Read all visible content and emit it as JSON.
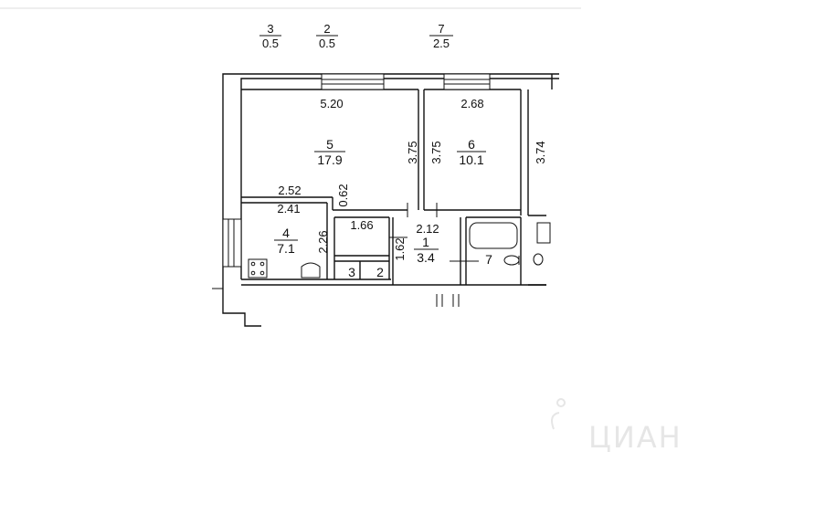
{
  "legend": [
    {
      "room": "3",
      "area": "0.5"
    },
    {
      "room": "2",
      "area": "0.5"
    },
    {
      "room": "7",
      "area": "2.5"
    }
  ],
  "rooms": {
    "r5": {
      "number": "5",
      "area": "17.9"
    },
    "r6": {
      "number": "6",
      "area": "10.1"
    },
    "r4": {
      "number": "4",
      "area": "7.1"
    },
    "r1": {
      "number": "1",
      "area": "3.4"
    },
    "r3": {
      "number": "3"
    },
    "r2": {
      "number": "2"
    },
    "r7": {
      "number": "7"
    }
  },
  "dims": {
    "r5_width": "5.20",
    "r6_width": "2.68",
    "r5_height": "3.75",
    "r6_height_left": "3.75",
    "r6_height_right": "3.74",
    "partition_top": "2.52",
    "partition_offset": "0.62",
    "r4_width": "2.41",
    "r4_height": "2.26",
    "closet_width": "1.66",
    "hall_height": "1.62",
    "hall_width": "2.12"
  },
  "watermark": "ЦИАН"
}
